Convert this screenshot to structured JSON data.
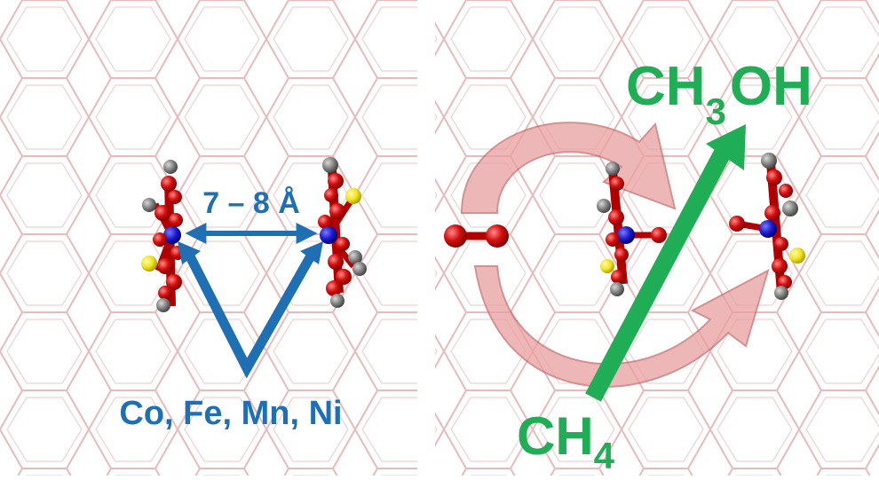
{
  "left_panel": {
    "distance_label": "7 – 8 Å",
    "metals_label": "Co, Fe, Mn, Ni"
  },
  "right_panel": {
    "product_main": "CH",
    "product_sub": "3",
    "product_tail": "OH",
    "reactant_main": "CH",
    "reactant_sub": "4"
  },
  "colors": {
    "framework": "#e6a9a9",
    "label_blue": "#1f6fb5",
    "label_green": "#1fae55",
    "oxygen": "#d40f0f",
    "metal": "#1a1acc",
    "sulfur": "#f2e21a",
    "carbon": "#808080",
    "cycle_arrow": "#e9a0a0"
  }
}
